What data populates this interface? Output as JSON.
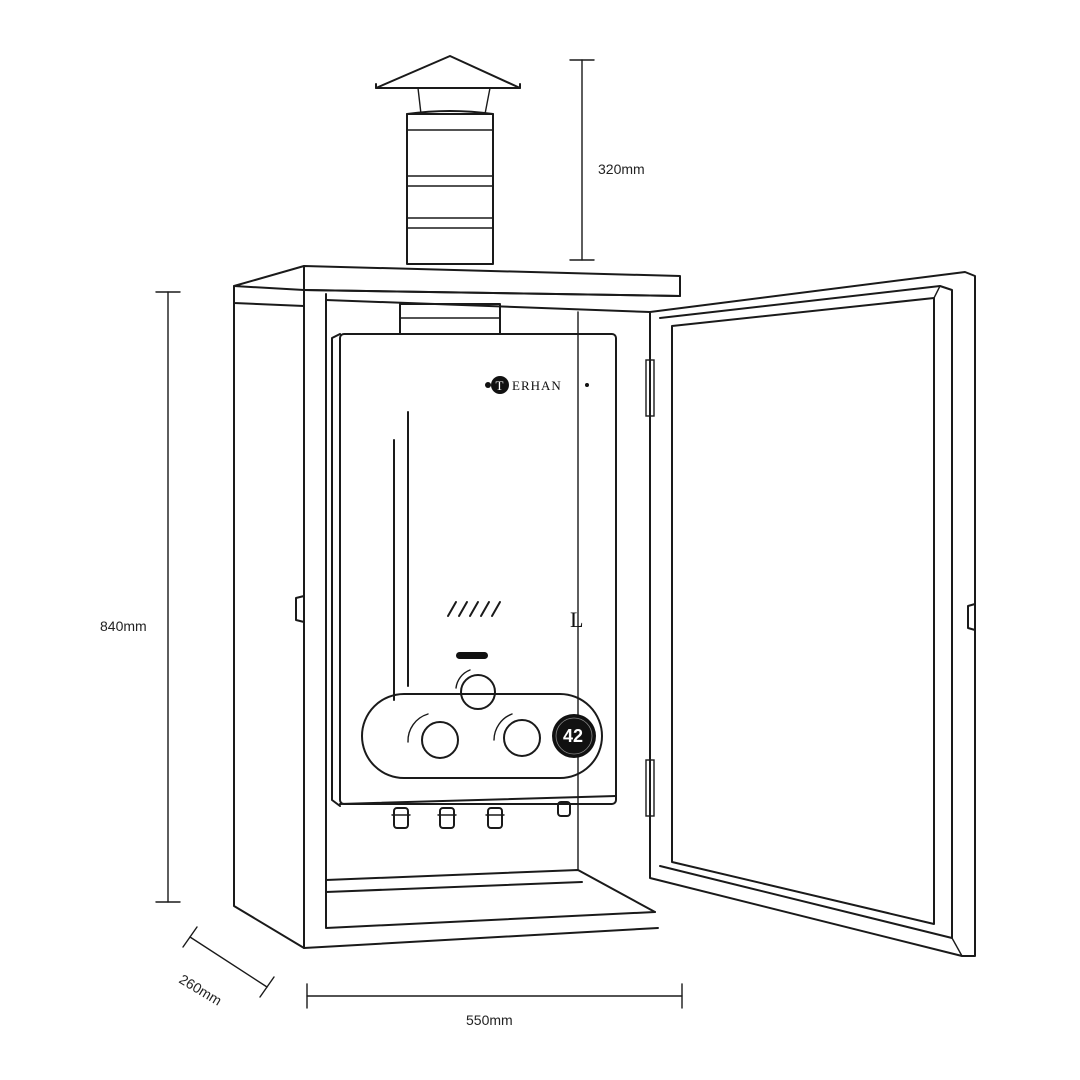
{
  "dimensions": {
    "chimney_height": "320mm",
    "cabinet_height": "840mm",
    "cabinet_depth": "260mm",
    "cabinet_width": "550mm"
  },
  "heater": {
    "brand_initial": "T",
    "brand_rest": "ERHAN",
    "capacity_mark": "L",
    "display_value": "42"
  }
}
